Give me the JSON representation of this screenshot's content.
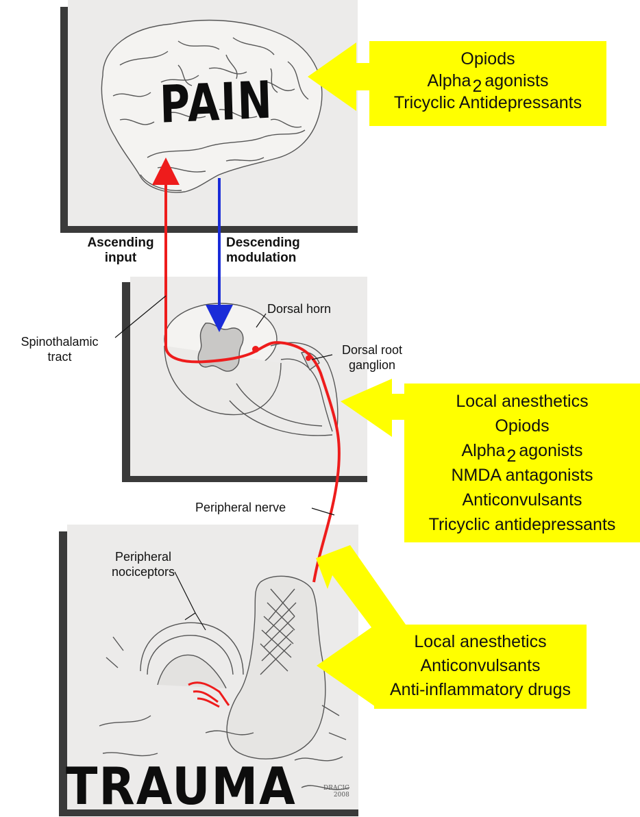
{
  "words": {
    "pain": "PAIN",
    "trauma": "TRAUMA"
  },
  "pathway_labels": {
    "ascending_line1": "Ascending",
    "ascending_line2": "input",
    "descending_line1": "Descending",
    "descending_line2": "modulation"
  },
  "anatomy_labels": {
    "spinothalamic_line1": "Spinothalamic",
    "spinothalamic_line2": "tract",
    "dorsal_horn": "Dorsal horn",
    "drg_line1": "Dorsal root",
    "drg_line2": "ganglion",
    "peripheral_nerve": "Peripheral nerve",
    "nociceptors_line1": "Peripheral",
    "nociceptors_line2": "nociceptors"
  },
  "signature": {
    "name": "DRACIC",
    "year": "2008"
  },
  "drug_boxes": {
    "brain": [
      {
        "text": "Opiods"
      },
      {
        "text": "Alpha",
        "sub": "2",
        "rest": "agonists"
      },
      {
        "text": "Tricyclic Antidepressants"
      }
    ],
    "spinal": [
      {
        "text": "Local anesthetics"
      },
      {
        "text": "Opiods"
      },
      {
        "text": "Alpha",
        "sub": "2",
        "rest": "agonists"
      },
      {
        "text": "NMDA antagonists"
      },
      {
        "text": "Anticonvulsants"
      },
      {
        "text": "Tricyclic antidepressants"
      }
    ],
    "periphery": [
      {
        "text": "Local anesthetics"
      },
      {
        "text": "Anticonvulsants"
      },
      {
        "text": "Anti-inflammatory drugs"
      }
    ]
  },
  "colors": {
    "drug_box": "#ffff00",
    "ascending": "#ee1c1c",
    "descending": "#1a2cd8",
    "panel": "#ecebea",
    "panel_shadow": "#3a3a3a"
  }
}
